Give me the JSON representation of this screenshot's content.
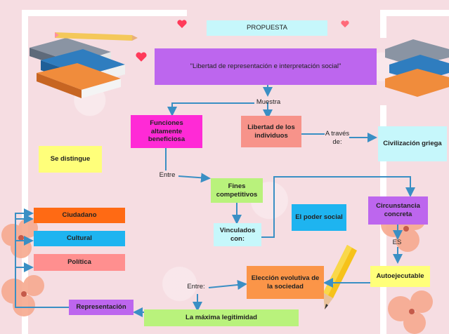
{
  "nodes": {
    "propuesta": "PROPUESTA",
    "libertad_rep": "\"Libertad de representación e interpretación social\"",
    "funciones": "Funciones altamente beneficiosa",
    "libertad_ind": "Libertad de los individuos",
    "civilizacion": "Civilización griega",
    "se_distingue": "Se distingue",
    "fines": "Fines competitivos",
    "ciudadano": "Ciudadano",
    "cultural": "Cultural",
    "politica": "Política",
    "el_poder": "El poder social",
    "circunstancia": "Circunstancia concreta",
    "vinculados": "Vinculados con:",
    "eleccion": "Elección evolutiva de la sociedad",
    "autoejecutable": "Autoejecutable",
    "representacion": "Representación",
    "maxima": "La máxima legitimidad"
  },
  "connectors": {
    "muestra": "Muestra",
    "a_traves": "A través de:",
    "entre_1": "Entre",
    "es": "ES",
    "entre_2": "Entre:"
  },
  "colors": {
    "cyan": "#c6f7fb",
    "purple": "#bd66ee",
    "magenta": "#ff2ad6",
    "salmon": "#f7938a",
    "yellow": "#ffff7a",
    "green": "#b9f27c",
    "orange": "#ff6a14",
    "blue": "#1eb4f0",
    "lightpink": "#ff8f8f",
    "deeporange": "#fb9548",
    "arrow": "#3a8fc4"
  }
}
